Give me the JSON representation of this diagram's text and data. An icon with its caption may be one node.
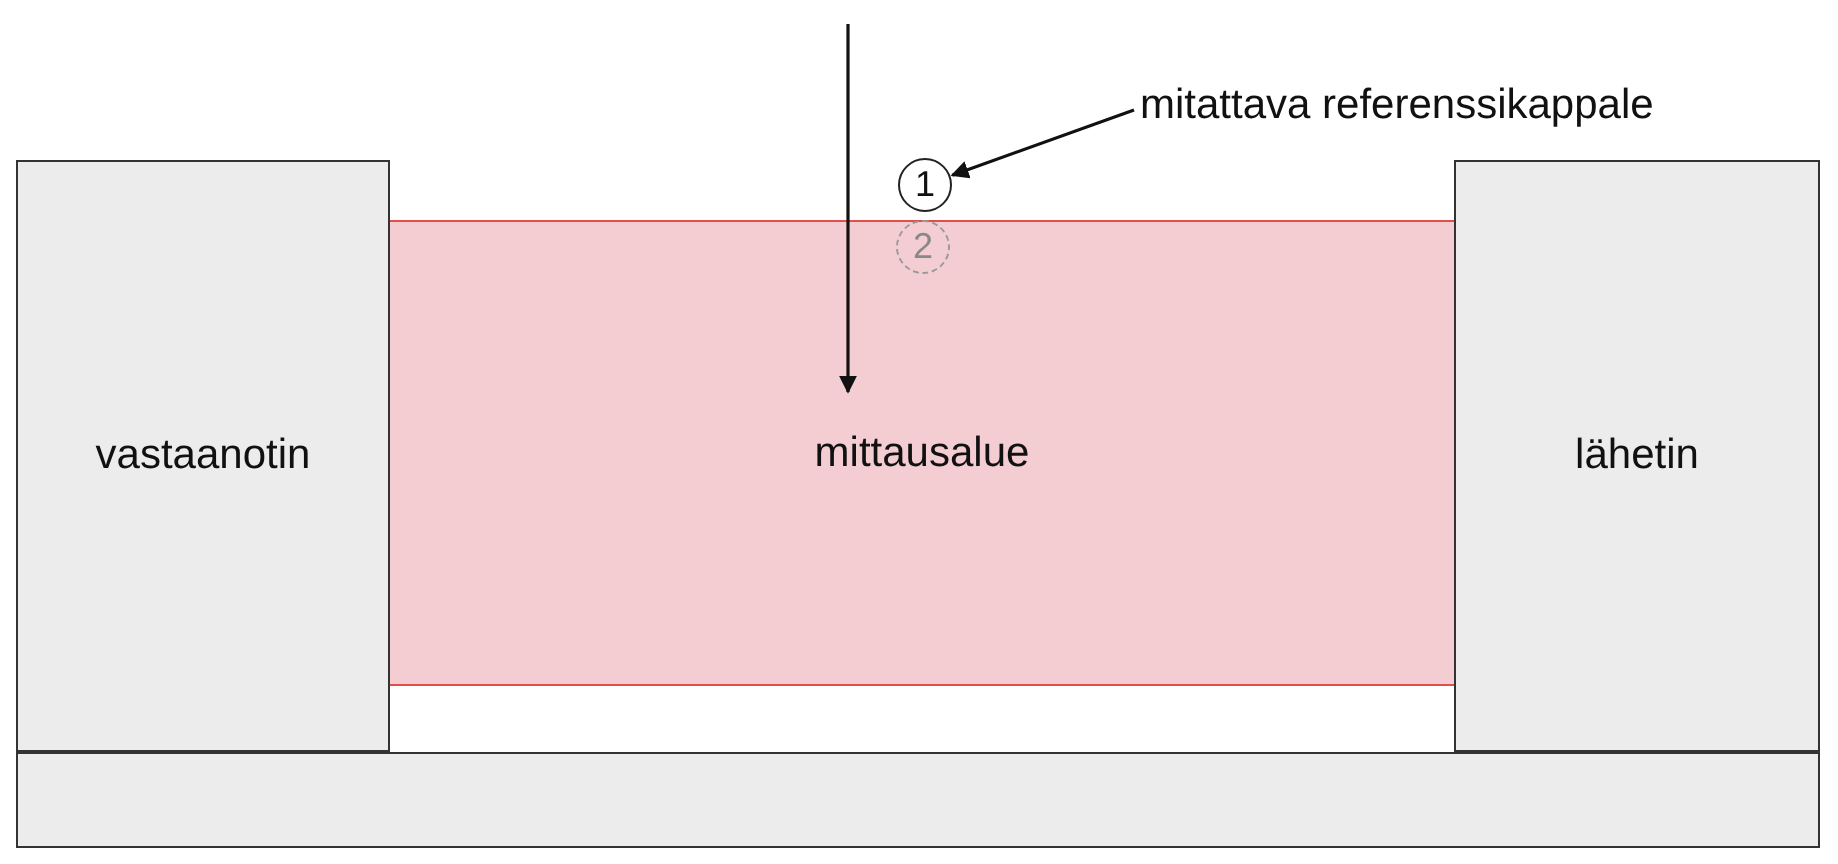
{
  "diagram": {
    "nodes": [
      {
        "text": [
          "vastaanotin"
        ]
      },
      {
        "text": [
          "mittausalue"
        ]
      },
      {
        "text": [
          "lähetin"
        ]
      },
      {
        "text": [
          "1"
        ]
      },
      {
        "text": [
          "2"
        ],
        "in": 1
      },
      {
        "text": [
          "mitattava referenssikappale"
        ]
      },
      {
        "text": [],
        "shape": "bar"
      }
    ],
    "edges": [
      {
        "from": 5,
        "to": 3,
        "arrow": "to"
      }
    ]
  }
}
